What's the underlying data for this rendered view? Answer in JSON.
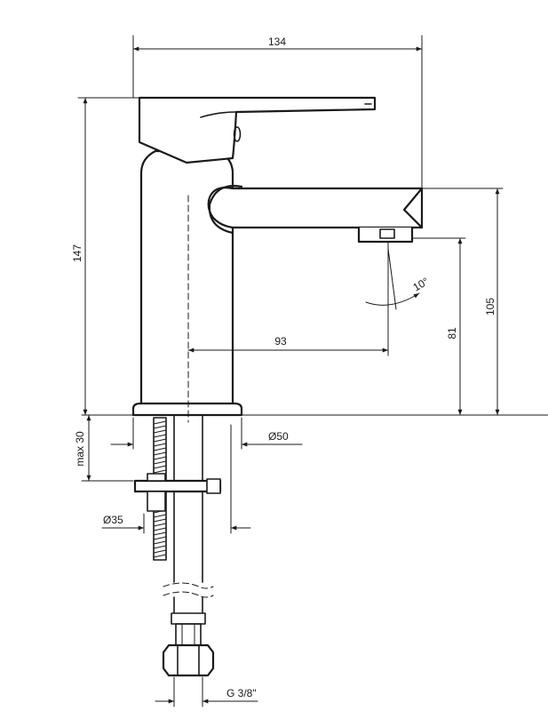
{
  "dimensions": {
    "total_width": "134",
    "total_height": "147",
    "spout_height": "105",
    "aerator_height": "81",
    "spout_reach": "93",
    "swivel_angle": "10°",
    "base_diameter": "Ø50",
    "deck_thickness": "max 30",
    "hole_diameter": "Ø35",
    "connection_thread": "G 3/8\""
  },
  "colors": {
    "line": "#1a1a1a",
    "background": "#ffffff"
  }
}
